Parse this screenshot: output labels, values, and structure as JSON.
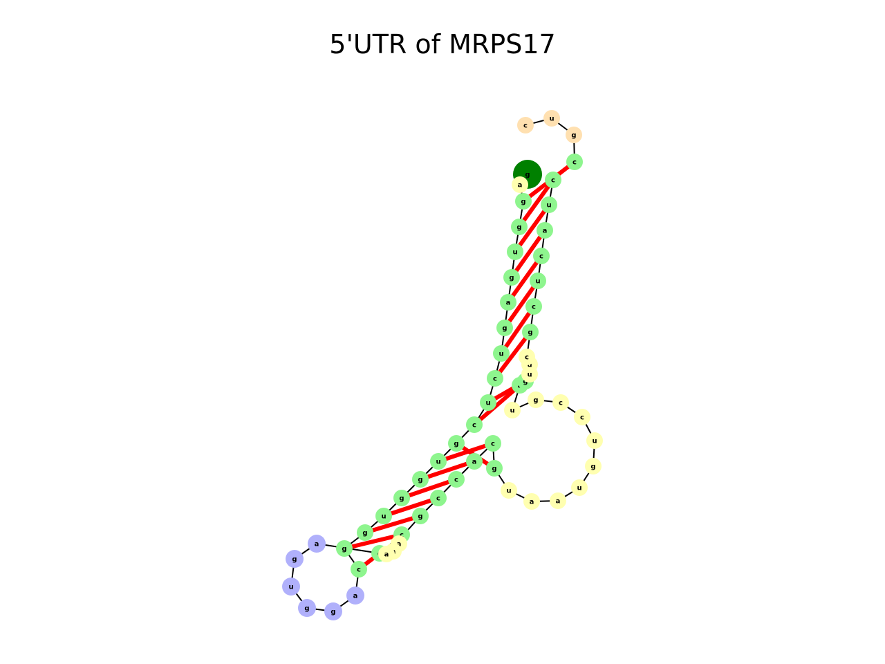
{
  "title": "5'UTR of MRPS17",
  "colors": {
    "stem": "#8ef58e",
    "loop": "#ffffb0",
    "hairpin": "#b0b0fb",
    "dangling": "#ffe0b0",
    "start": "#008000",
    "end": "#ff0000",
    "backbone": "#000000",
    "pair": "#ff0000"
  },
  "nucleotides": [
    {
      "base": "g",
      "type": "start"
    },
    {
      "base": "a",
      "type": "loop"
    },
    {
      "base": "g",
      "type": "stem"
    },
    {
      "base": "g",
      "type": "stem"
    },
    {
      "base": "u",
      "type": "stem"
    },
    {
      "base": "g",
      "type": "stem"
    },
    {
      "base": "a",
      "type": "stem"
    },
    {
      "base": "g",
      "type": "stem"
    },
    {
      "base": "u",
      "type": "stem"
    },
    {
      "base": "c",
      "type": "stem"
    },
    {
      "base": "u",
      "type": "stem"
    },
    {
      "base": "c",
      "type": "stem"
    },
    {
      "base": "g",
      "type": "stem"
    },
    {
      "base": "u",
      "type": "stem"
    },
    {
      "base": "g",
      "type": "stem"
    },
    {
      "base": "g",
      "type": "stem"
    },
    {
      "base": "u",
      "type": "stem"
    },
    {
      "base": "g",
      "type": "stem"
    },
    {
      "base": "g",
      "type": "stem"
    },
    {
      "base": "c",
      "type": "stem"
    },
    {
      "base": "a",
      "type": "hairpin"
    },
    {
      "base": "g",
      "type": "hairpin"
    },
    {
      "base": "g",
      "type": "hairpin"
    },
    {
      "base": "u",
      "type": "hairpin"
    },
    {
      "base": "g",
      "type": "hairpin"
    },
    {
      "base": "a",
      "type": "hairpin"
    },
    {
      "base": "c",
      "type": "stem"
    },
    {
      "base": "c",
      "type": "stem"
    },
    {
      "base": "a",
      "type": "loop"
    },
    {
      "base": "a",
      "type": "loop"
    },
    {
      "base": "a",
      "type": "loop"
    },
    {
      "base": "g",
      "type": "stem"
    },
    {
      "base": "c",
      "type": "stem"
    },
    {
      "base": "c",
      "type": "stem"
    },
    {
      "base": "a",
      "type": "stem"
    },
    {
      "base": "c",
      "type": "stem"
    },
    {
      "base": "g",
      "type": "stem"
    },
    {
      "base": "u",
      "type": "loop"
    },
    {
      "base": "a",
      "type": "loop"
    },
    {
      "base": "a",
      "type": "loop"
    },
    {
      "base": "u",
      "type": "loop"
    },
    {
      "base": "g",
      "type": "loop"
    },
    {
      "base": "u",
      "type": "loop"
    },
    {
      "base": "c",
      "type": "loop"
    },
    {
      "base": "c",
      "type": "loop"
    },
    {
      "base": "g",
      "type": "loop"
    },
    {
      "base": "u",
      "type": "loop"
    },
    {
      "base": "a",
      "type": "stem"
    },
    {
      "base": "g",
      "type": "stem"
    },
    {
      "base": "u",
      "type": "loop"
    },
    {
      "base": "u",
      "type": "loop"
    },
    {
      "base": "c",
      "type": "loop"
    },
    {
      "base": "g",
      "type": "stem"
    },
    {
      "base": "c",
      "type": "stem"
    },
    {
      "base": "u",
      "type": "stem"
    },
    {
      "base": "c",
      "type": "stem"
    },
    {
      "base": "a",
      "type": "stem"
    },
    {
      "base": "u",
      "type": "stem"
    },
    {
      "base": "c",
      "type": "stem"
    },
    {
      "base": "c",
      "type": "stem"
    },
    {
      "base": "g",
      "type": "dangling"
    },
    {
      "base": "u",
      "type": "dangling"
    },
    {
      "base": "c",
      "type": "dangling"
    },
    {
      "base": "c",
      "type": "end"
    }
  ],
  "pairs": [
    [
      2,
      59
    ],
    [
      3,
      58
    ],
    [
      4,
      57
    ],
    [
      5,
      56
    ],
    [
      6,
      55
    ],
    [
      7,
      54
    ],
    [
      8,
      53
    ],
    [
      9,
      52
    ],
    [
      10,
      48
    ],
    [
      11,
      47
    ],
    [
      12,
      36
    ],
    [
      13,
      35
    ],
    [
      14,
      34
    ],
    [
      15,
      33
    ],
    [
      16,
      32
    ],
    [
      17,
      31
    ],
    [
      18,
      27
    ],
    [
      19,
      26
    ]
  ]
}
